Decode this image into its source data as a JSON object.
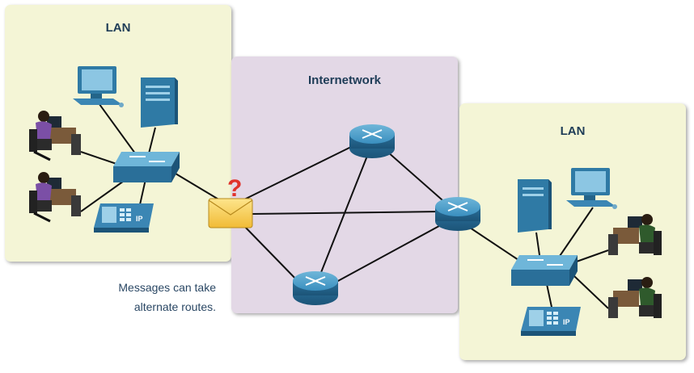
{
  "panels": {
    "left_lan_title": "LAN",
    "internetwork_title": "Internetwork",
    "right_lan_title": "LAN"
  },
  "caption": {
    "line1": "Messages can take",
    "line2": "alternate routes."
  },
  "icons": {
    "message": "envelope-icon",
    "question": "question-mark-icon",
    "router": "router-icon",
    "switch": "switch-icon",
    "server": "server-icon",
    "desktop": "desktop-pc-icon",
    "workstation": "user-workstation-icon",
    "phone": "ip-phone-icon",
    "phone_label": "IP"
  },
  "colors": {
    "lan_panel": "#f4f5d6",
    "internetwork_panel": "#e3d8e6",
    "device_blue": "#2f7aa5",
    "envelope": "#f4c84a",
    "question": "#e0322b"
  }
}
